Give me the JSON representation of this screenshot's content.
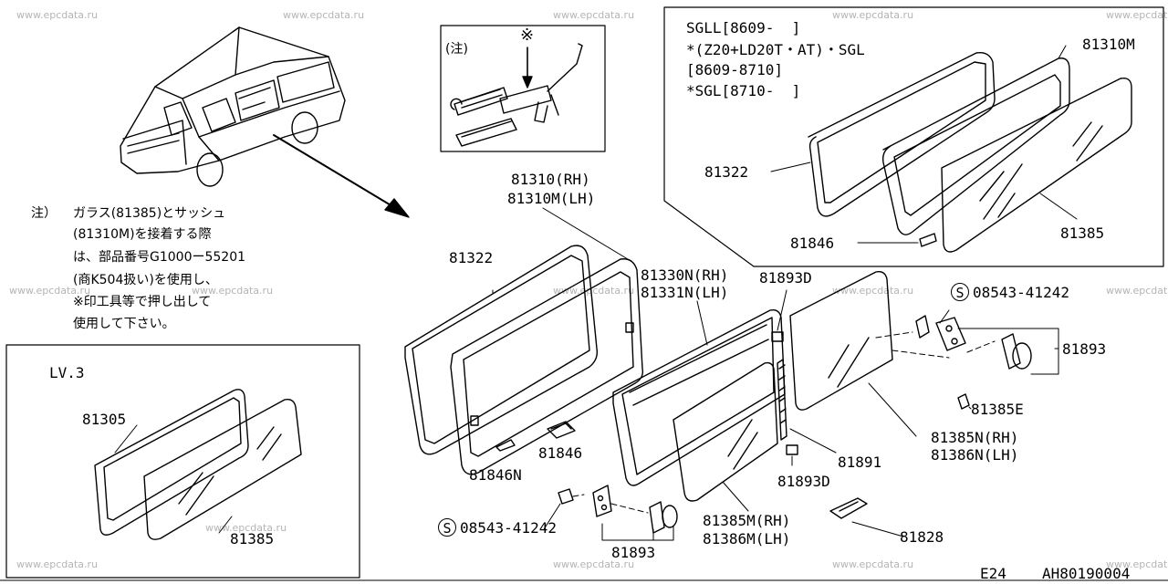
{
  "watermark": "www.epcdata.ru",
  "note": {
    "label": "注）",
    "lines": [
      "ガラス(81385)とサッシュ",
      "(81310M)を接着する際",
      "は、部品番号G1000ー55201",
      "(商K504扱い)を使用し、",
      "※印工具等で押し出して",
      "使用して下さい。"
    ]
  },
  "inset_tool": {
    "label": "(注)",
    "mark": "※"
  },
  "inset_sgl": {
    "lines": [
      "SGLL[8609-  ]",
      "*(Z20+LD20T・AT)・SGL",
      "[8609-8710]",
      "*SGL[8710-  ]"
    ]
  },
  "inset_lv3": {
    "title": "LV.3"
  },
  "parts": {
    "p81310m_top": "81310M",
    "p81322_top": "81322",
    "p81846_top": "81846",
    "p81385_top": "81385",
    "p81310_rh": "81310(RH)",
    "p81310m_lh": "81310M(LH)",
    "p81322_mid": "81322",
    "p81330n": "81330N(RH)",
    "p81331n": "81331N(LH)",
    "p81893d_top": "81893D",
    "p08543_top": "08543-41242",
    "p81893_right": "81893",
    "p81385e": "81385E",
    "p81385n": "81385N(RH)",
    "p81386n": "81386N(LH)",
    "p81891": "81891",
    "p81893d_bot": "81893D",
    "p81846_mid": "81846",
    "p81846n": "81846N",
    "p08543_bot": "08543-41242",
    "p81893_bot": "81893",
    "p81385m": "81385M(RH)",
    "p81386m": "81386M(LH)",
    "p81828": "81828",
    "p81305": "81305",
    "p81385_lv3": "81385"
  },
  "footer": {
    "page": "E24",
    "code": "AH80190004"
  }
}
